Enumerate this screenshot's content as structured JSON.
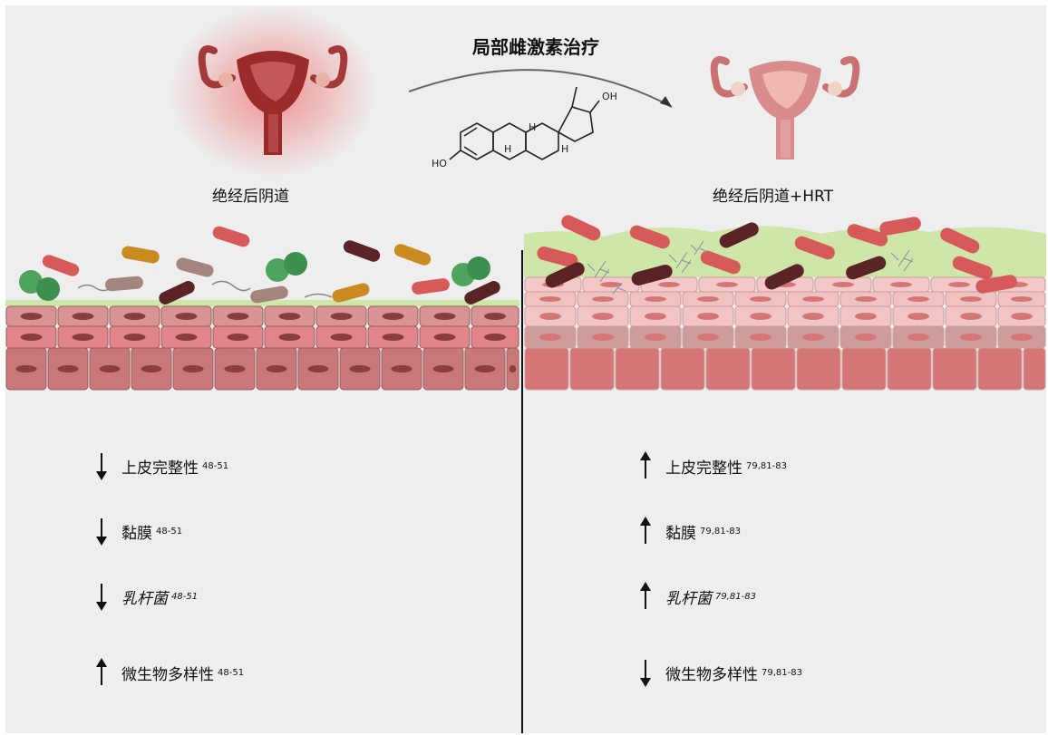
{
  "title": "局部雌激素治疗",
  "left": {
    "label": "绝经后阴道",
    "effects": [
      {
        "direction": "down",
        "label": "上皮完整性",
        "ref": "48-51",
        "italic": false
      },
      {
        "direction": "down",
        "label": "黏膜",
        "ref": "48-51",
        "italic": false
      },
      {
        "direction": "down",
        "label": "乳杆菌",
        "ref": "48-51",
        "italic": true
      },
      {
        "direction": "up",
        "label": "微生物多样性",
        "ref": "48-51",
        "italic": false
      }
    ]
  },
  "right": {
    "label": "绝经后阴道+HRT",
    "effects": [
      {
        "direction": "up",
        "label": "上皮完整性",
        "ref": "79,81-83",
        "italic": false
      },
      {
        "direction": "up",
        "label": "黏膜",
        "ref": "79,81-83",
        "italic": false
      },
      {
        "direction": "up",
        "label": "乳杆菌",
        "ref": "79,81-83",
        "italic": true
      },
      {
        "direction": "down",
        "label": "微生物多样性",
        "ref": "79,81-83",
        "italic": false
      }
    ]
  },
  "molecule_labels": {
    "oh": "OH",
    "ho": "HO",
    "h1": "H",
    "h2": "H",
    "h3": "H"
  },
  "colors": {
    "background": "#eeeeee",
    "uterus_inflamed": "#9b2b2b",
    "uterus_healthy": "#d98c8c",
    "tissue_inflamed": "#c9787a",
    "tissue_healthy": "#f3c9c9",
    "mucus": "#cfe6a9",
    "lactobacillus_red": "#d65a5a",
    "lactobacillus_dark": "#5a2426",
    "cocci_green": "#4ea35e",
    "rod_orange": "#c98a1f",
    "rod_grey": "#a4857d"
  }
}
